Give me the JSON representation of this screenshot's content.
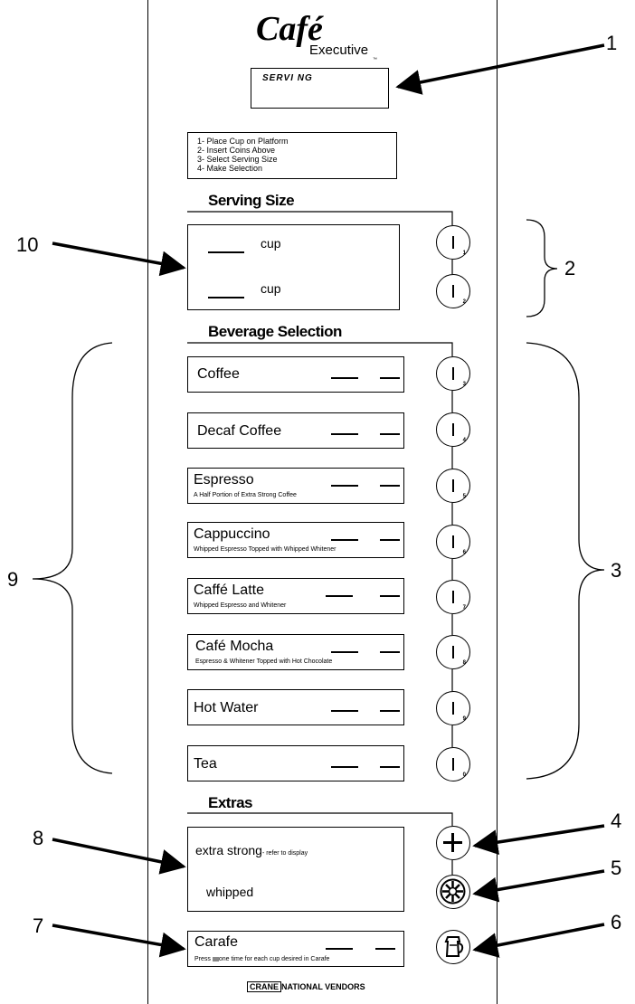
{
  "logo": {
    "brand": "Café",
    "model": "Executive",
    "tm": "™"
  },
  "display": {
    "text": "SERVI NG"
  },
  "instructions": [
    "1- Place Cup on Platform",
    "2- Insert Coins Above",
    "3- Select Serving Size",
    "4- Make Selection"
  ],
  "serving_size": {
    "title": "Serving Size",
    "rows": [
      {
        "label": "cup",
        "button_num": "1"
      },
      {
        "label": "cup",
        "button_num": "2"
      }
    ]
  },
  "beverage_selection": {
    "title": "Beverage Selection",
    "items": [
      {
        "name": "Coffee",
        "desc": "",
        "button_num": "3"
      },
      {
        "name": "Decaf Coffee",
        "desc": "",
        "button_num": "4"
      },
      {
        "name": "Espresso",
        "desc": "A Half Portion of Extra Strong Coffee",
        "button_num": "5"
      },
      {
        "name": "Cappuccino",
        "desc": "Whipped Espresso Topped with Whipped Whitener",
        "button_num": "6"
      },
      {
        "name": "Caffé Latte",
        "desc": "Whipped Espresso and Whitener",
        "button_num": "7"
      },
      {
        "name": "Café Mocha",
        "desc": "Espresso & Whitener Topped with Hot Chocolate",
        "button_num": "8"
      },
      {
        "name": "Hot Water",
        "desc": "",
        "button_num": "9"
      },
      {
        "name": "Tea",
        "desc": "",
        "button_num": "0"
      }
    ]
  },
  "extras": {
    "title": "Extras",
    "extra_strong": "extra strong",
    "extra_strong_note": "- refer to display",
    "whipped": "whipped"
  },
  "carafe": {
    "name": "Carafe",
    "desc_pre": "Press",
    "desc_post": "one time for each cup desired in Carafe"
  },
  "footer": {
    "brand_boxed": "CRANE",
    "brand_rest": "NATIONAL VENDORS"
  },
  "callouts": {
    "c1": "1",
    "c2": "2",
    "c3": "3",
    "c4": "4",
    "c5": "5",
    "c6": "6",
    "c7": "7",
    "c8": "8",
    "c9": "9",
    "c10": "10"
  }
}
